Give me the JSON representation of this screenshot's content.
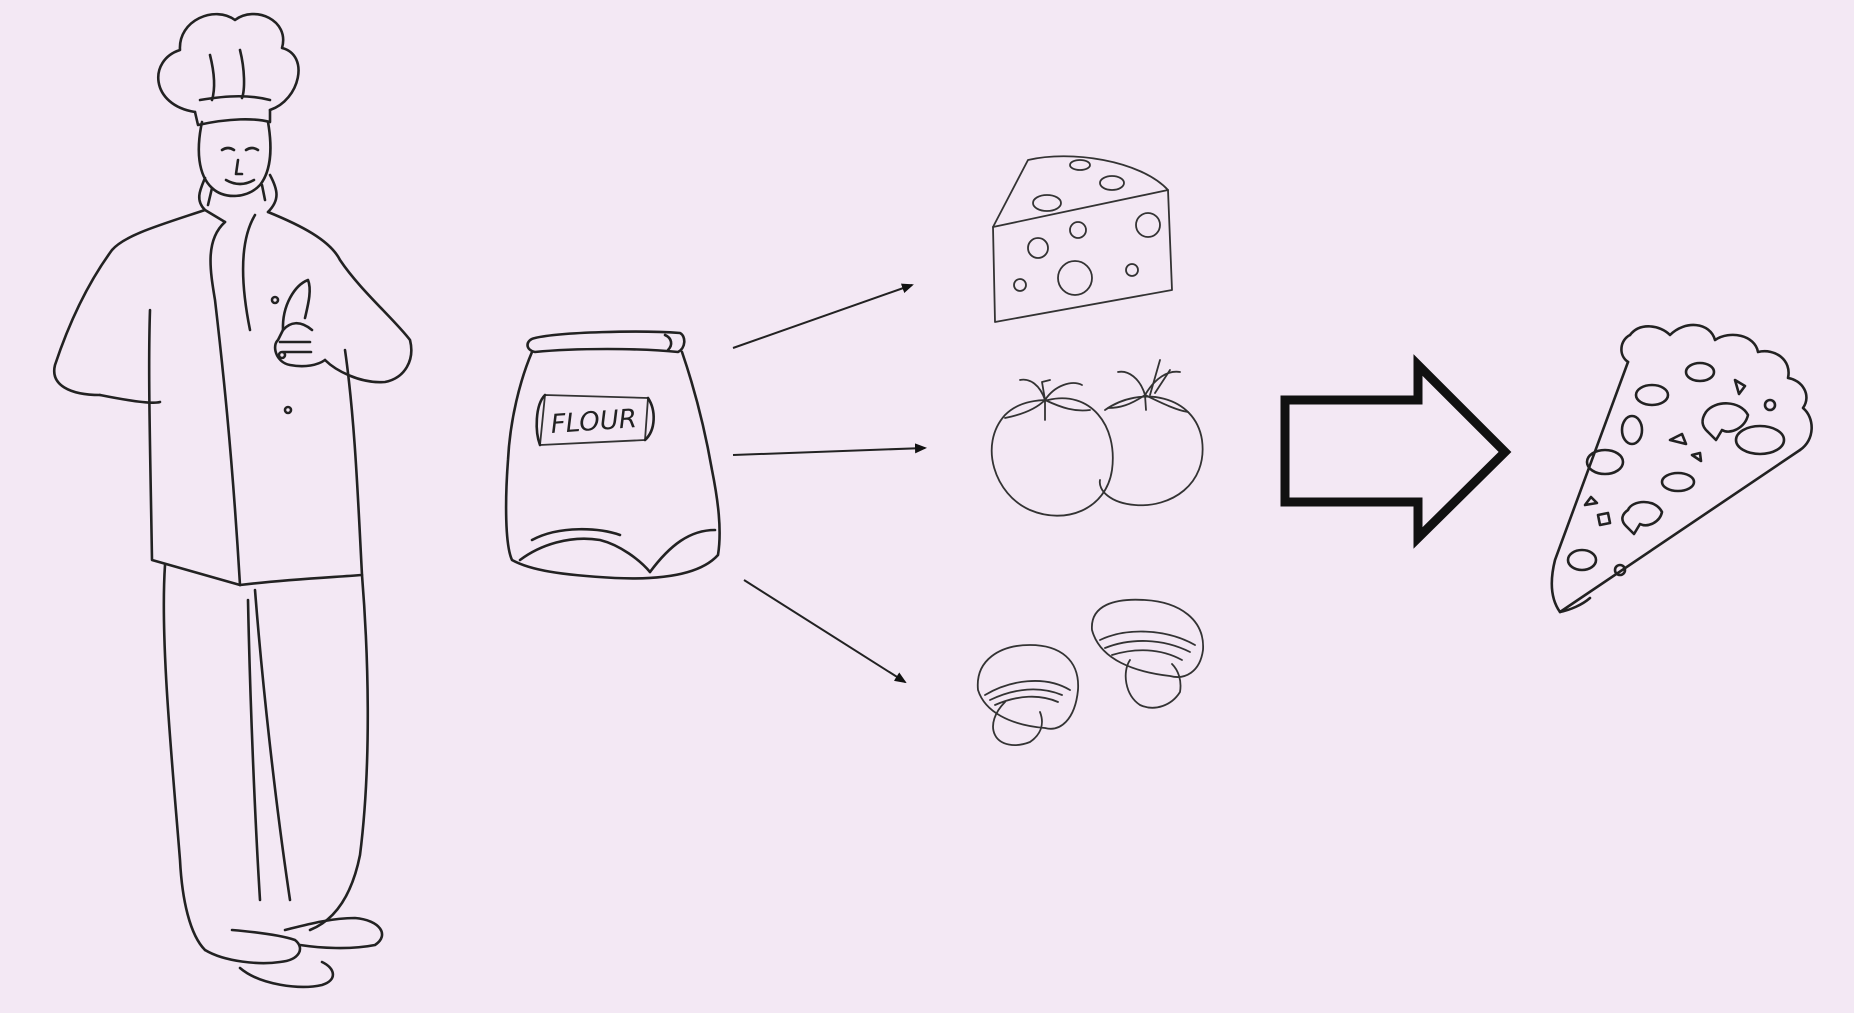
{
  "diagram": {
    "flour_label": "FLOUR",
    "colors": {
      "background": "#f3e8f4",
      "ink": "#222222"
    },
    "nodes": [
      {
        "id": "chef",
        "icon": "chef-icon"
      },
      {
        "id": "flour",
        "icon": "flour-bag-icon",
        "label": "FLOUR"
      },
      {
        "id": "cheese",
        "icon": "cheese-icon"
      },
      {
        "id": "tomatoes",
        "icon": "tomatoes-icon"
      },
      {
        "id": "mushrooms",
        "icon": "mushrooms-icon"
      },
      {
        "id": "pizza",
        "icon": "pizza-slice-icon"
      }
    ],
    "edges": [
      {
        "from": "flour",
        "to": "cheese"
      },
      {
        "from": "flour",
        "to": "tomatoes"
      },
      {
        "from": "flour",
        "to": "mushrooms"
      },
      {
        "from": "ingredients",
        "to": "pizza",
        "style": "big-outline-arrow"
      }
    ]
  }
}
